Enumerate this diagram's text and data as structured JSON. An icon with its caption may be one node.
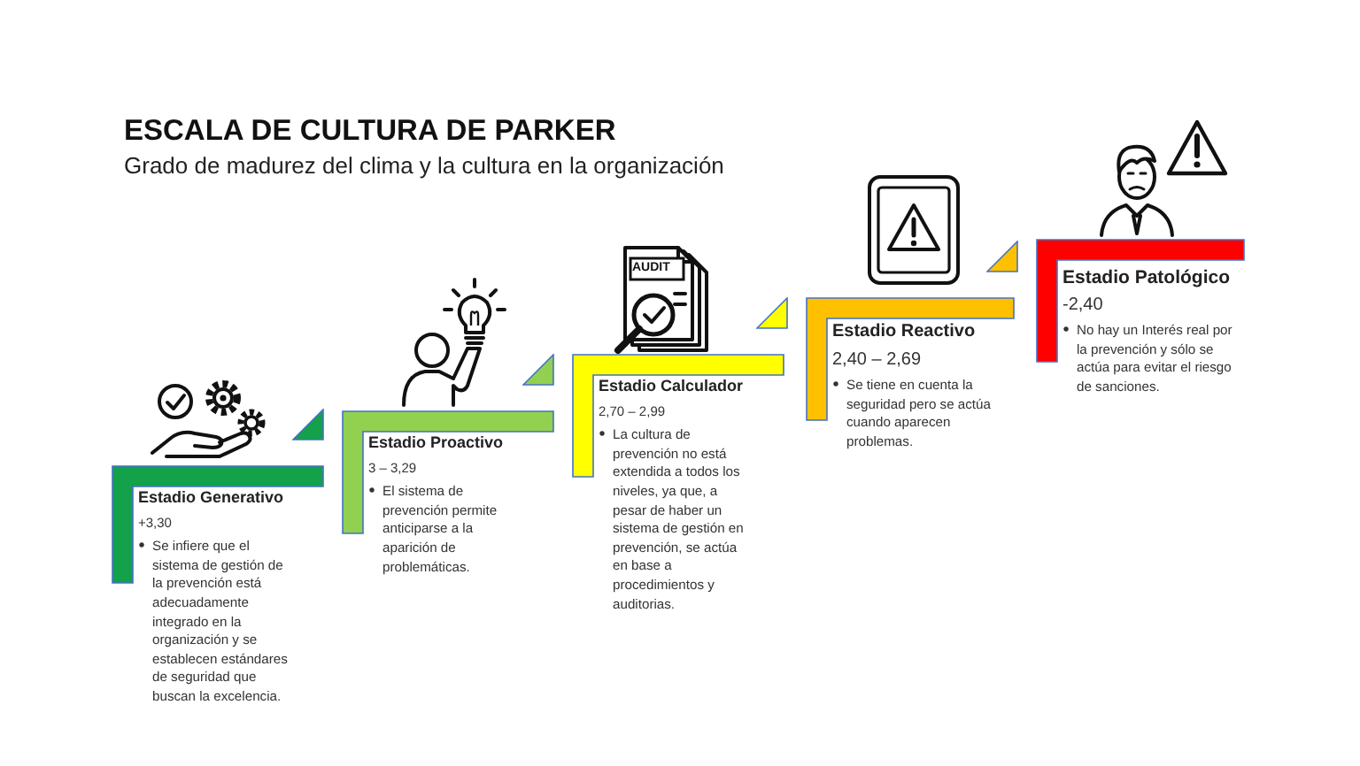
{
  "diagram": {
    "title": "ESCALA DE CULTURA DE PARKER",
    "nodes": [
      {
        "text": [
          "Estadio Generativo",
          "+3,30",
          "Se infiere que el sistema de gestión de la prevención está adecuadamente integrado en la organización y se establecen estándares de seguridad que buscan la excelencia."
        ]
      },
      {
        "text": [
          "Estadio Proactivo",
          "3 – 3,29",
          "El sistema de prevención permite anticiparse a la aparición de problemáticas."
        ]
      },
      {
        "text": [
          "Estadio Calculador",
          "2,70 – 2,99",
          "La cultura de prevención no está extendida a todos los niveles, ya que, a pesar de haber un sistema de gestión en prevención, se actúa en base a procedimientos y auditorias."
        ]
      },
      {
        "text": [
          "Estadio Reactivo",
          "2,40 – 2,69",
          "Se tiene en cuenta la seguridad pero se actúa cuando aparecen problemas."
        ]
      },
      {
        "text": [
          "Estadio Patológico",
          "-2,40",
          "No hay un Interés real por la prevención y sólo se actúa para evitar el riesgo de sanciones."
        ]
      }
    ],
    "edges": [
      {
        "from": 1,
        "to": 0,
        "arrow": "to"
      },
      {
        "from": 2,
        "to": 1,
        "arrow": "to"
      },
      {
        "from": 3,
        "to": 2,
        "arrow": "to"
      },
      {
        "from": 4,
        "to": 3,
        "arrow": "to"
      }
    ],
    "labels": [
      "Grado de madurez del clima y la cultura en la organización",
      "AUDIT"
    ]
  }
}
